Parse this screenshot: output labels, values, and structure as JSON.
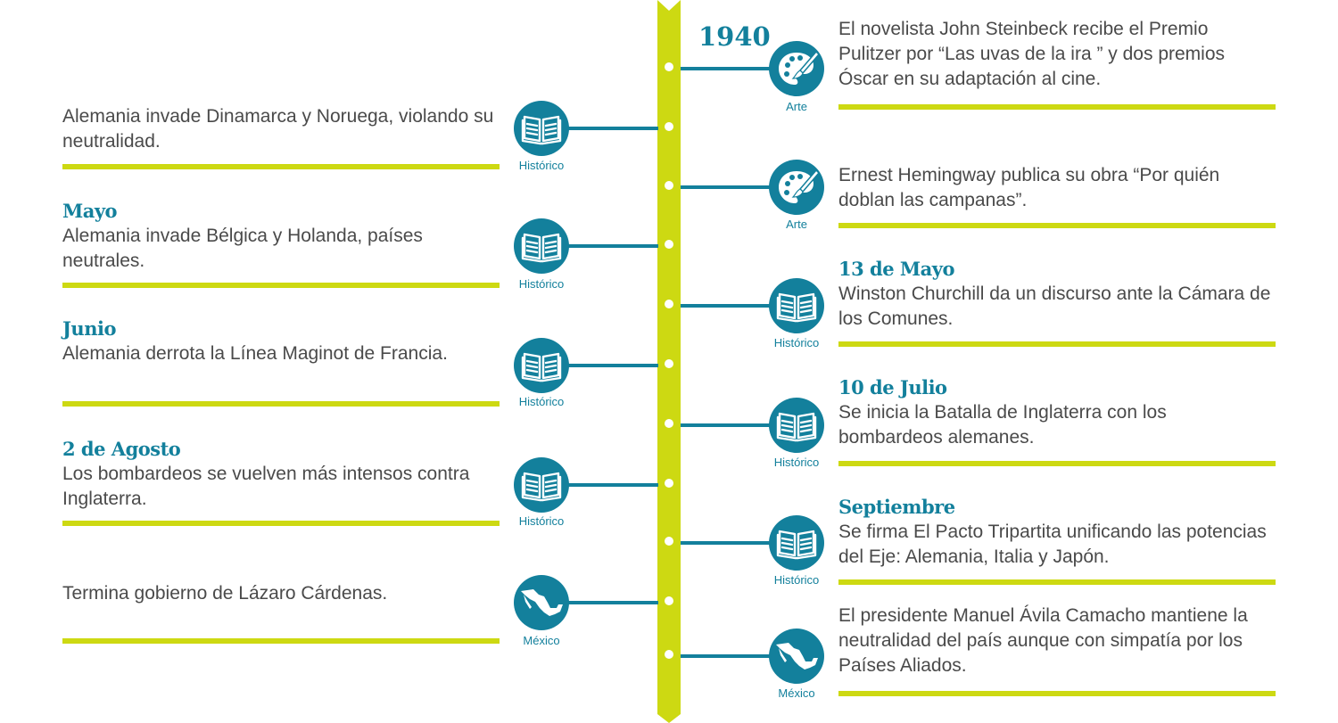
{
  "year": "1940",
  "colors": {
    "accent": "#13809c",
    "lime": "#cdd912",
    "text": "#4a4a4a"
  },
  "left_events": [
    {
      "date": "",
      "text": "Alemania invade Dinamarca y Noruega, violando su neutralidad.",
      "category": "Histórico",
      "icon": "book-icon"
    },
    {
      "date": "Mayo",
      "text": "Alemania invade Bélgica y Holanda, países neutrales.",
      "category": "Histórico",
      "icon": "book-icon"
    },
    {
      "date": "Junio",
      "text": "Alemania derrota la Línea Maginot de Francia.",
      "category": "Histórico",
      "icon": "book-icon"
    },
    {
      "date": "2 de Agosto",
      "text": "Los bombardeos se vuelven más intensos contra Inglaterra.",
      "category": "Histórico",
      "icon": "book-icon"
    },
    {
      "date": "",
      "text": "Termina gobierno de Lázaro Cárdenas.",
      "category": "México",
      "icon": "mexico-map-icon"
    }
  ],
  "right_events": [
    {
      "date": "",
      "text": "El novelista John Steinbeck recibe el Premio Pulitzer por “Las uvas de la ira ” y dos premios Óscar en su adaptación al cine.",
      "category": "Arte",
      "icon": "palette-icon"
    },
    {
      "date": "",
      "text": "Ernest Hemingway publica su obra “Por quién doblan las campanas”.",
      "category": "Arte",
      "icon": "palette-icon"
    },
    {
      "date": "13 de Mayo",
      "text": "Winston Churchill da un discurso ante la Cámara de los Comunes.",
      "category": "Histórico",
      "icon": "book-icon"
    },
    {
      "date": "10 de Julio",
      "text": "Se inicia la Batalla de Inglaterra con los bombardeos alemanes.",
      "category": "Histórico",
      "icon": "book-icon"
    },
    {
      "date": "Septiembre",
      "text": "Se firma El Pacto Tripartita unificando las potencias del Eje: Alemania, Italia y Japón.",
      "category": "Histórico",
      "icon": "book-icon"
    },
    {
      "date": "",
      "text": "El presidente Manuel Ávila Camacho mantiene la neutralidad del país aunque con simpatía por los Países Aliados.",
      "category": "México",
      "icon": "mexico-map-icon"
    }
  ]
}
